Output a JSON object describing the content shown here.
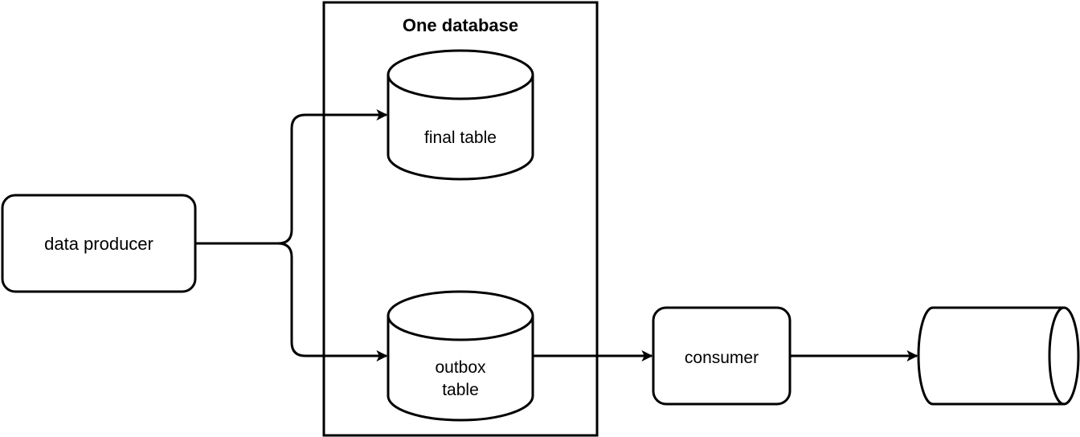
{
  "diagram": {
    "container": {
      "title": "One database"
    },
    "nodes": {
      "data_producer": {
        "label": "data producer"
      },
      "final_table": {
        "label": "final table"
      },
      "outbox_table": {
        "label_line1": "outbox",
        "label_line2": "table"
      },
      "consumer": {
        "label": "consumer"
      },
      "queue": {
        "label": ""
      }
    },
    "edges": [
      {
        "from": "data_producer",
        "to": "final_table"
      },
      {
        "from": "data_producer",
        "to": "outbox_table"
      },
      {
        "from": "outbox_table",
        "to": "consumer"
      },
      {
        "from": "consumer",
        "to": "queue"
      }
    ],
    "colors": {
      "stroke": "#000000",
      "fill": "#ffffff"
    }
  }
}
